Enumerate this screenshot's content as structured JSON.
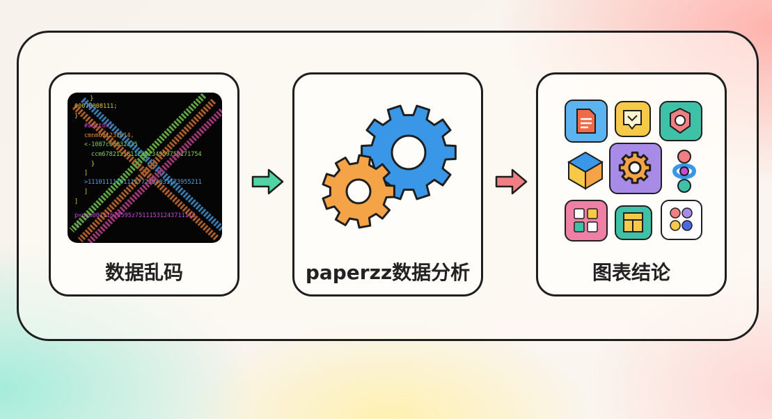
{
  "steps": [
    {
      "label": "数据乱码",
      "icon": "garbled-code-icon"
    },
    {
      "label": "paperzz数据分析",
      "icon": "gears-icon"
    },
    {
      "label": "图表结论",
      "icon": "app-grid-icon"
    }
  ],
  "code_lines": [
    "_ }",
    "00078008111;",
    "}",
    "#a0Lt8x]",
    "cmnm6z1231614,",
    "<-1087c60032335",
    "ccm67821z1811286z34959750171754",
    "}",
    "]",
    ">11101111101111772354831173955211",
    "]",
    "]",
    "p=ngm00111672595z75111531243711115",
    "}"
  ],
  "colors": {
    "frame_border": "#1e1e1e",
    "arrow_1": "#52d3a6",
    "arrow_2": "#f07f83",
    "gear_blue": "#3a97e8",
    "gear_orange": "#f5a347"
  }
}
